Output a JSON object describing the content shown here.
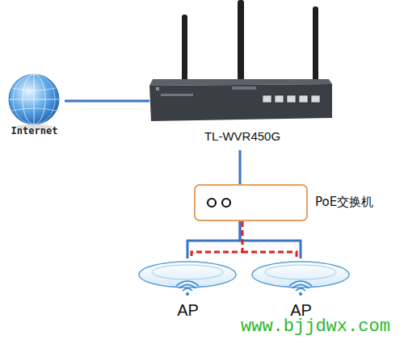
{
  "diagram": {
    "nodes": [
      {
        "text": [
          "Internet"
        ]
      },
      {
        "text": [
          "TL-WVR450G"
        ]
      },
      {
        "text": [
          "PoE交换机"
        ]
      },
      {
        "text": [
          "AP"
        ]
      },
      {
        "text": [
          "AP"
        ]
      }
    ],
    "edges": [
      {
        "from": 0,
        "to": 1,
        "arrow": "none"
      },
      {
        "from": 1,
        "to": 2,
        "arrow": "none"
      },
      {
        "from": 2,
        "to": 3,
        "arrow": "none"
      },
      {
        "from": 2,
        "to": 4,
        "arrow": "none"
      }
    ],
    "labels": [
      "www.bjjdwx.com"
    ]
  }
}
